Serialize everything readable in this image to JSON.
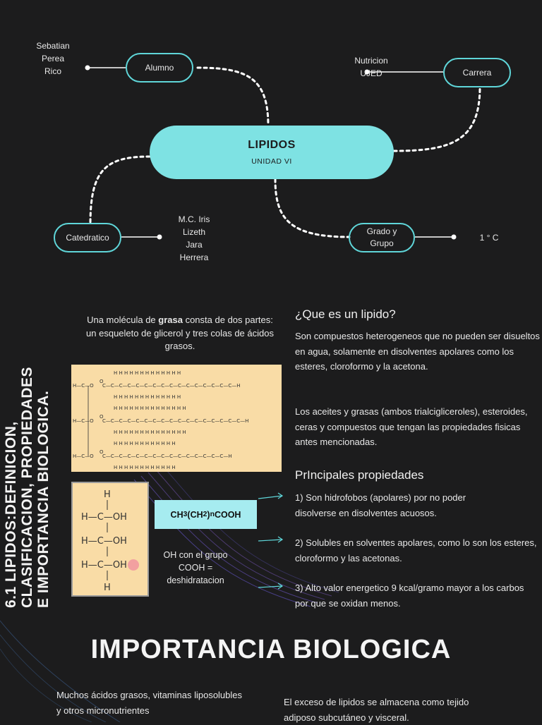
{
  "mindmap": {
    "center_title": "LIPIDOS",
    "center_subtitle": "UNIDAD VI",
    "alumno_label": "Alumno",
    "alumno_value": [
      "Sebatian",
      "Perea",
      "Rico"
    ],
    "carrera_label": "Carrera",
    "carrera_value": [
      "Nutricion",
      "UJED"
    ],
    "catedratico_label": "Catedratico",
    "catedratico_value": [
      "M.C. Iris",
      "Lizeth",
      "Jara",
      "Herrera"
    ],
    "grado_label": [
      "Grado y",
      "Grupo"
    ],
    "grado_value": "1 ° C"
  },
  "side_title": [
    "6.1 LIPIDOS:DEFINICION,",
    "CLASIFICACION, PROPIEDADES",
    "E IMPORTANCIA BIOLOGICA."
  ],
  "molecule": {
    "caption_pre": "Una molécula de ",
    "caption_bold": "grasa",
    "caption_post": " consta de dos partes: un esqueleto de glicerol y tres colas de ácidos grasos.",
    "formula_main": "CH",
    "formula_sub1": "3",
    "formula_mid": "(CH",
    "formula_sub2": "2",
    "formula_close": ")",
    "formula_sub3": "n",
    "formula_end": "COOH",
    "note": [
      "OH con el grupo",
      "COOH =",
      "deshidratacion"
    ]
  },
  "que_es": {
    "heading": "¿Que es un lipido?",
    "p1": "Son compuestos heterogeneos que no pueden ser disueltos en agua, solamente en disolventes apolares como los esteres, cloroformo y la acetona.",
    "p2": "Los aceites y grasas (ambos trialcigliceroles), esteroides, ceras y compuestos que tengan las propiedades fisicas antes mencionadas."
  },
  "propiedades": {
    "heading": "PrIncipales propiedades",
    "items": [
      "1) Son hidrofobos (apolares) por no poder disolverse en disolventes acuosos.",
      "2) Solubles en solventes apolares, como lo son los esteres, cloroformo y las acetonas.",
      "3) Alto valor energetico 9 kcal/gramo  mayor a los carbos por que se oxidan menos."
    ]
  },
  "importancia": {
    "title": "IMPORTANCIA BIOLOGICA",
    "left": "Muchos ácidos grasos, vitaminas liposolubles y otros micronutrientes",
    "right": "El exceso de lipidos se almacena como tejido adiposo subcutáneo y visceral."
  },
  "colors": {
    "accent": "#7ee2e3",
    "outline": "#5fd6d9",
    "background": "#1c1c1d",
    "image_bg": "#f9dca6",
    "formula_bg": "#a6ecf0"
  }
}
